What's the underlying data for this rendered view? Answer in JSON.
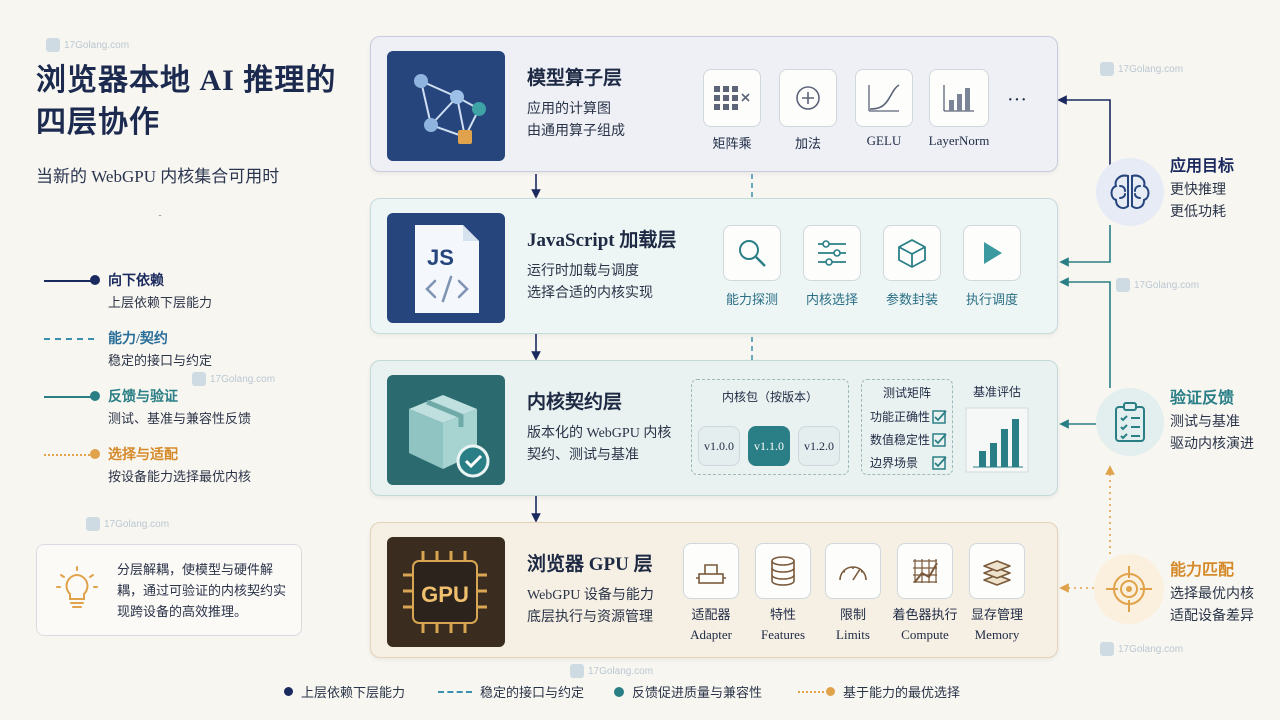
{
  "watermark": "17Golang.com",
  "title": "浏览器本地 AI 推理的四层协作",
  "subtitle": "当新的 WebGPU 内核集合可用时",
  "legend": [
    {
      "title": "向下依赖",
      "desc": "上层依赖下层能力"
    },
    {
      "title": "能力/契约",
      "desc": "稳定的接口与约定"
    },
    {
      "title": "反馈与验证",
      "desc": "测试、基准与兼容性反馈"
    },
    {
      "title": "选择与适配",
      "desc": "按设备能力选择最优内核"
    }
  ],
  "note": "分层解耦，使模型与硬件解耦，通过可验证的内核契约实现跨设备的高效推理。",
  "layers": {
    "model": {
      "name": "模型算子层",
      "desc1": "应用的计算图",
      "desc2": "由通用算子组成",
      "ops": [
        "矩阵乘",
        "加法",
        "GELU",
        "LayerNorm"
      ],
      "more": "···"
    },
    "js": {
      "name": "JavaScript 加载层",
      "desc1": "运行时加载与调度",
      "desc2": "选择合适的内核实现",
      "icon_text": "JS",
      "steps": [
        "能力探测",
        "内核选择",
        "参数封装",
        "执行调度"
      ]
    },
    "kernel": {
      "name": "内核契约层",
      "desc1": "版本化的 WebGPU 内核",
      "desc2": "契约、测试与基准",
      "package_title": "内核包（按版本）",
      "versions": [
        "v1.0.0",
        "v1.1.0",
        "v1.2.0"
      ],
      "test_title": "测试矩阵",
      "tests": [
        "功能正确性",
        "数值稳定性",
        "边界场景"
      ],
      "bench_title": "基准评估"
    },
    "gpu": {
      "name": "浏览器 GPU 层",
      "desc1": "WebGPU 设备与能力",
      "desc2": "底层执行与资源管理",
      "chip_text": "GPU",
      "items": [
        {
          "cn": "适配器",
          "en": "Adapter"
        },
        {
          "cn": "特性",
          "en": "Features"
        },
        {
          "cn": "限制",
          "en": "Limits"
        },
        {
          "cn": "着色器执行",
          "en": "Compute"
        },
        {
          "cn": "显存管理",
          "en": "Memory"
        }
      ]
    }
  },
  "side": [
    {
      "title": "应用目标",
      "desc1": "更快推理",
      "desc2": "更低功耗"
    },
    {
      "title": "验证反馈",
      "desc1": "测试与基准",
      "desc2": "驱动内核演进"
    },
    {
      "title": "能力匹配",
      "desc1": "选择最优内核",
      "desc2": "适配设备差异"
    }
  ],
  "bottom_legend": [
    "上层依赖下层能力",
    "稳定的接口与约定",
    "反馈促进质量与兼容性",
    "基于能力的最优选择"
  ],
  "colors": {
    "navy": "#1b2a5e",
    "teal_dashed": "#3a8fb0",
    "teal": "#2a7f86",
    "orange": "#e0a24a"
  }
}
